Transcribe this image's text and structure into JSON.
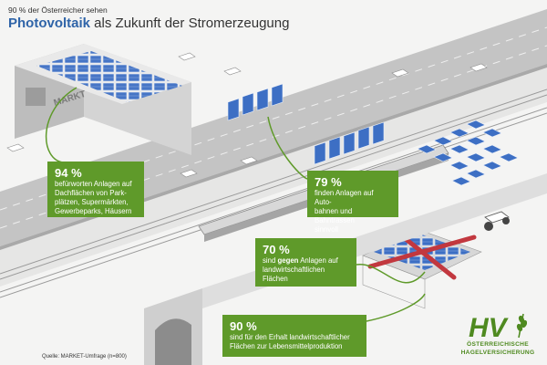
{
  "header": {
    "kicker": "90 % der Österreicher sehen",
    "title_strong": "Photovoltaik",
    "title_rest": " als Zukunft der Stromerzeugung"
  },
  "billboard": {
    "market_sign": "MARKT"
  },
  "stats": [
    {
      "percent": "94 %",
      "lines": [
        "befürworten Anlagen auf",
        "Dachflächen von Park-",
        "plätzen, Supermärkten,",
        "Gewerbeparks, Häusern"
      ]
    },
    {
      "percent": "79 %",
      "lines": [
        "finden Anlagen auf Auto-",
        "bahnen und Bahntrassen",
        "sinnvoll"
      ]
    },
    {
      "percent": "70 %",
      "line1_pre": "sind ",
      "line1_bold": "gegen",
      "line1_post": " Anlagen auf",
      "lines_rest": [
        "landwirtschaftlichen",
        "Flächen"
      ]
    },
    {
      "percent": "90 %",
      "lines": [
        "sind für den Erhalt landwirtschaftlicher",
        "Flächen zur Lebensmittelproduktion"
      ]
    }
  ],
  "source": "Quelle: MARKET-Umfrage (n=800)",
  "logo": {
    "mark": "HV",
    "line1": "ÖSTERREICHISCHE",
    "line2": "HAGELVERSICHERUNG"
  },
  "colors": {
    "green": "#5f9a2a",
    "blue_title": "#2f64a8",
    "panel_blue": "#3d6fc4",
    "road_gray": "#c2c2c2",
    "cross_red": "#c2383f"
  }
}
